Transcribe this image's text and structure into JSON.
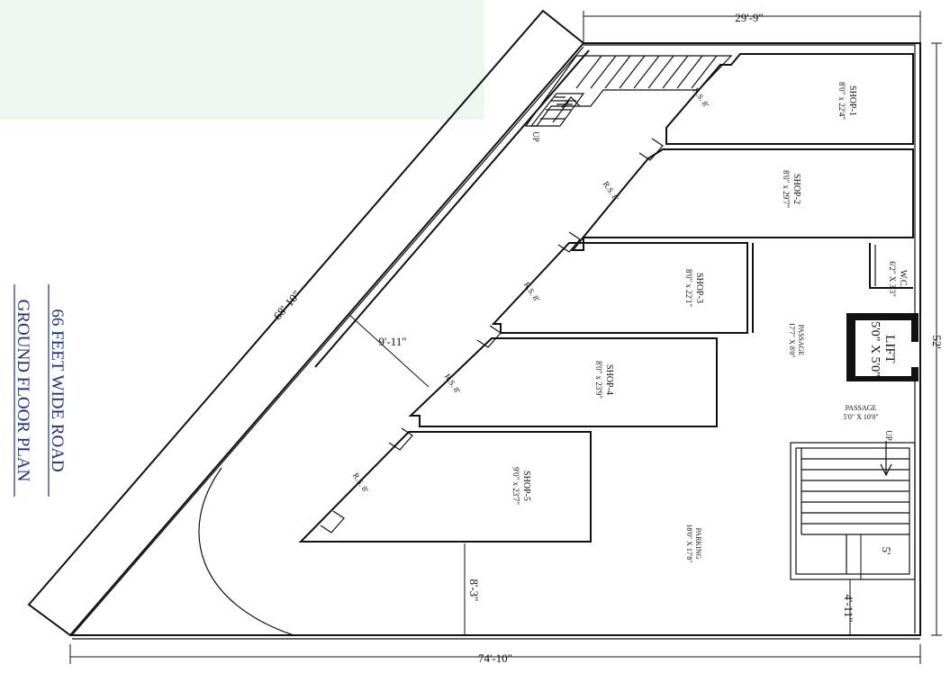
{
  "title": {
    "line1": "66 FEET WIDE ROAD",
    "line2": "GROUND FLOOR PLAN"
  },
  "dimensions": {
    "top_width": "29'-9\"",
    "bottom_width": "74'-10\"",
    "right_depth": "52'",
    "road_length": "68'-10\"",
    "setback": "9'-11\"",
    "parking_depth": "8'-3\"",
    "stair_gap": "4'-11\"",
    "stair_width": "5'"
  },
  "rooms": {
    "shop1": {
      "name": "SHOP-1",
      "size": "8'0\" x 22'4\""
    },
    "shop2": {
      "name": "SHOP-2",
      "size": "8'0\" x 29'7\""
    },
    "shop3": {
      "name": "SHOP-3",
      "size": "8'0\" x 22'1\""
    },
    "shop4": {
      "name": "SHOP-4",
      "size": "8'0\" x 23'9\""
    },
    "shop5": {
      "name": "SHOP-5",
      "size": "9'0\" x 23'7\""
    },
    "wc": {
      "name": "W.C.",
      "size": "6'2\" X 3'3\""
    },
    "lift": {
      "name": "LIFT",
      "size": "5'0\" X 5'0\""
    },
    "passage1": {
      "name": "PASSAGE",
      "size": "17'7\" X 8'0\""
    },
    "passage2": {
      "name": "PASSAGE",
      "size": "5'0\" X 10'0\""
    },
    "parking": {
      "name": "PARKING",
      "size": "18'0\" X 17'8\""
    }
  },
  "rolling_shutters": [
    "R.S. 8'",
    "R.S. 8'",
    "R.S. 8'",
    "R.S. 8'",
    "R.S. 8'"
  ],
  "stair_labels": {
    "front_stair": "UP",
    "rear_stair": "UP"
  }
}
